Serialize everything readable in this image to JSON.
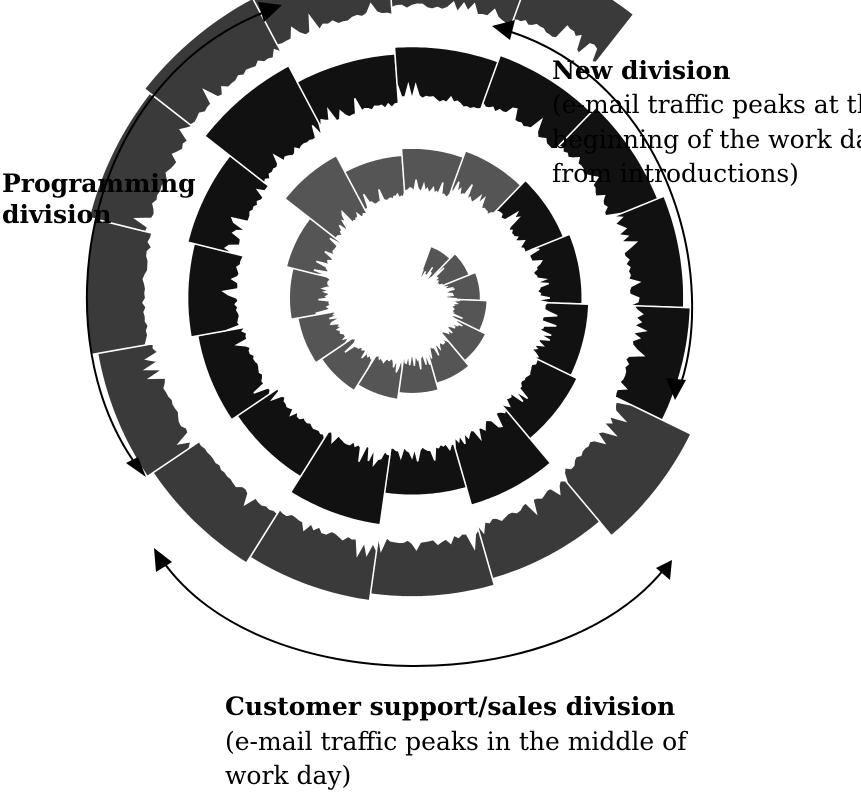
{
  "divisions": {
    "programming": {
      "title_line1": "Programming",
      "title_line2": "division",
      "fill": "#111111"
    },
    "new": {
      "title": "New division",
      "desc_line1": "(e-mail traffic peaks at the",
      "desc_line2": "beginning of the work day",
      "desc_line3": "from introductions)",
      "fill": "#555555"
    },
    "support": {
      "title": "Customer support/sales division",
      "desc_line1": "(e-mail traffic peaks in the middle of",
      "desc_line2": "work day)",
      "fill": "#3a3a3a"
    }
  },
  "colors": {
    "background": "#ffffff",
    "arrows": "#000000",
    "separator": "#ffffff"
  }
}
